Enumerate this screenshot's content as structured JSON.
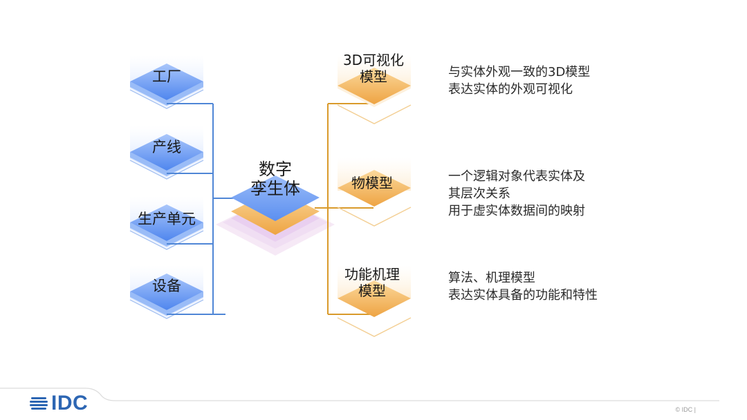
{
  "center": {
    "lines": [
      "数字",
      "孪生体"
    ]
  },
  "left_items": [
    {
      "label": "工厂"
    },
    {
      "label": "产线"
    },
    {
      "label": "生产单元"
    },
    {
      "label": "设备"
    }
  ],
  "right_items": [
    {
      "lines": [
        "3D可视化",
        "模型"
      ],
      "desc": [
        "与实体外观一致的3D模型",
        "表达实体的外观可视化"
      ]
    },
    {
      "lines": [
        "物模型"
      ],
      "desc": [
        "一个逻辑对象代表实体及",
        "其层次关系",
        "用于虚实体数据间的映射"
      ]
    },
    {
      "lines": [
        "功能机理",
        "模型"
      ],
      "desc": [
        "算法、机理模型",
        "表达实体具备的功能和特性"
      ]
    }
  ],
  "colors": {
    "blue_top": "#8fb3f5",
    "blue_mid": "#5a8ef0",
    "orange_top": "#f9d493",
    "orange_mid": "#f0a94a",
    "left_connector": "#4f86d6",
    "right_connector": "#d99a2b",
    "brand": "#2d66b3"
  },
  "footer": {
    "brand": "IDC",
    "copyright": "© IDC |"
  }
}
